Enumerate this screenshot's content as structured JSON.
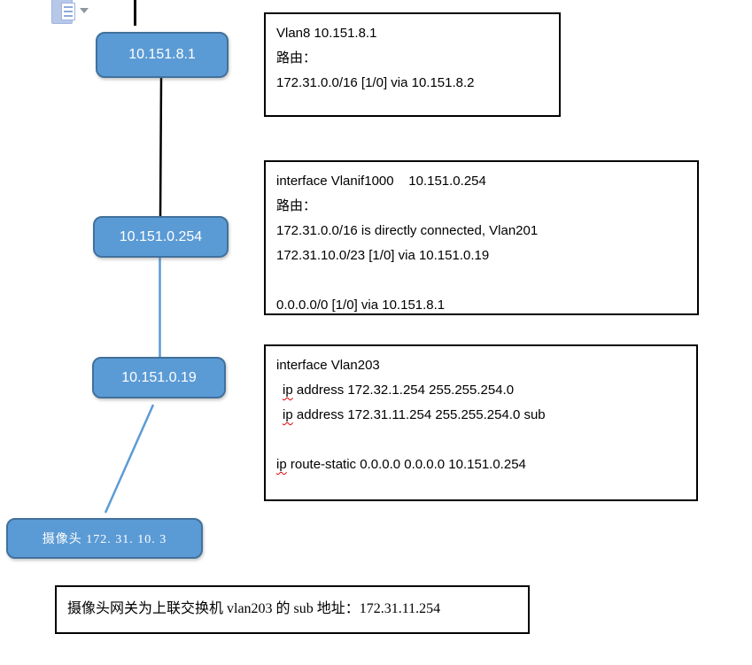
{
  "colors": {
    "node_fill": "#5b9bd5",
    "node_border": "#41719c",
    "connector_black": "#000000",
    "connector_blue": "#5b9bd5",
    "box_border": "#000000",
    "spellcheck_squiggle": "#e00000"
  },
  "toolbar": {
    "paste_options_icon": "clipboard-paste-icon",
    "dropdown_arrow_icon": "chevron-down-icon"
  },
  "nodes": {
    "router_top": {
      "label": "10.151.8.1"
    },
    "core_switch": {
      "label": "10.151.0.254"
    },
    "access_switch": {
      "label": "10.151.0.19"
    },
    "camera": {
      "label": "摄像头 172. 31. 10. 3"
    }
  },
  "boxes": {
    "vlan8": {
      "lines": [
        "Vlan8 10.151.8.1",
        "路由：",
        "172.31.0.0/16 [1/0] via 10.151.8.2"
      ]
    },
    "vlanif1000": {
      "lines": [
        "interface Vlanif1000    10.151.0.254",
        "路由：",
        "172.31.0.0/16 is directly connected, Vlan201",
        "172.31.10.0/23 [1/0] via 10.151.0.19",
        "",
        "0.0.0.0/0 [1/0] via 10.151.8.1"
      ]
    },
    "vlan203": {
      "line1": "interface Vlan203",
      "line2": {
        "word": "ip",
        "rest": " address 172.32.1.254 255.255.254.0"
      },
      "line3": {
        "word": "ip",
        "rest": " address 172.31.11.254 255.255.254.0 sub"
      },
      "line4": "",
      "line5": {
        "word": "ip",
        "rest": " route-static 0.0.0.0 0.0.0.0 10.151.0.254"
      }
    },
    "note": {
      "text": "摄像头网关为上联交换机 vlan203 的 sub 地址：172.31.11.254"
    }
  }
}
